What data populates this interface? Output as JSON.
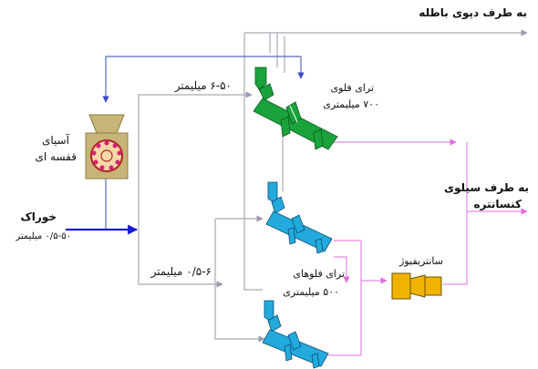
{
  "labels": {
    "waste_dump": "به طرف دپوی باطله",
    "concentrate_silo_line1": "به طرف سیلوی",
    "concentrate_silo_line2": "کنسانتره",
    "cage_mill_line1": "آسیای",
    "cage_mill_line2": "قفسه ای",
    "feed_title": "خوراک",
    "feed_size": "۰/۵-۵۰ میلیمتر",
    "size_coarse": "۶-۵۰ میلیمتر",
    "size_fine": "۰/۵-۶ میلیمتر",
    "drum700_line1": "ترای فلوی",
    "drum700_line2": "۷۰۰ میلیمتری",
    "drum500_line1": "ترای فلوهای",
    "drum500_line2": "۵۰۰ میلیمتری",
    "centrifuge": "سانتریفیوژ"
  },
  "colors": {
    "feed_line": "#1a1ad6",
    "process_line": "#a9a9b8",
    "concentrate_line": "#e58ae5",
    "drum_green": "#1aa33a",
    "drum_cyan": "#22aadd",
    "mill_body": "#c8b477",
    "centrifuge": "#f0b400"
  }
}
